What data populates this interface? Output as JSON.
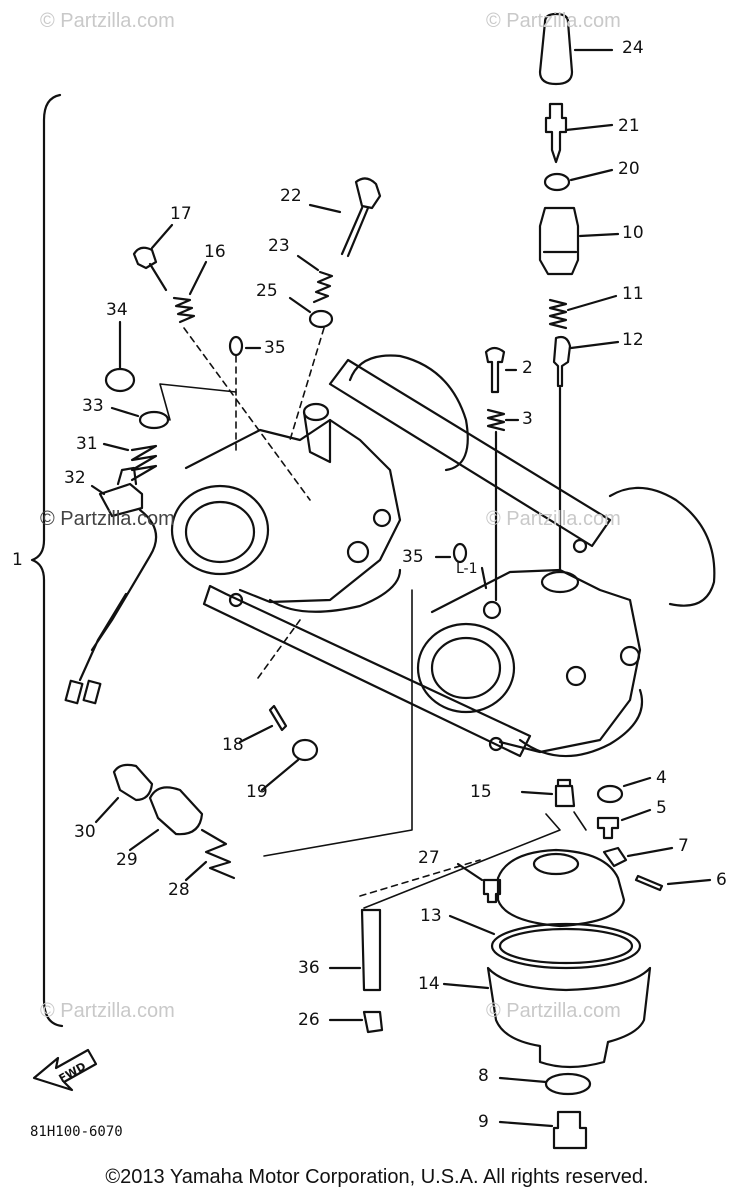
{
  "watermarks": [
    "© Partzilla.com",
    "© Partzilla.com",
    "© Partzilla.com",
    "© Partzilla.com",
    "© Partzilla.com",
    "© Partzilla.com"
  ],
  "callouts": [
    {
      "id": "24",
      "text": "24"
    },
    {
      "id": "21",
      "text": "21"
    },
    {
      "id": "20",
      "text": "20"
    },
    {
      "id": "10",
      "text": "10"
    },
    {
      "id": "11",
      "text": "11"
    },
    {
      "id": "12",
      "text": "12"
    },
    {
      "id": "22",
      "text": "22"
    },
    {
      "id": "23",
      "text": "23"
    },
    {
      "id": "25",
      "text": "25"
    },
    {
      "id": "17",
      "text": "17"
    },
    {
      "id": "16",
      "text": "16"
    },
    {
      "id": "34",
      "text": "34"
    },
    {
      "id": "35a",
      "text": "35"
    },
    {
      "id": "33",
      "text": "33"
    },
    {
      "id": "31",
      "text": "31"
    },
    {
      "id": "32",
      "text": "32"
    },
    {
      "id": "2",
      "text": "2"
    },
    {
      "id": "3",
      "text": "3"
    },
    {
      "id": "1",
      "text": "1"
    },
    {
      "id": "35b",
      "text": "35"
    },
    {
      "id": "L1",
      "text": "L-1"
    },
    {
      "id": "18",
      "text": "18"
    },
    {
      "id": "19",
      "text": "19"
    },
    {
      "id": "30",
      "text": "30"
    },
    {
      "id": "29",
      "text": "29"
    },
    {
      "id": "28",
      "text": "28"
    },
    {
      "id": "15",
      "text": "15"
    },
    {
      "id": "4",
      "text": "4"
    },
    {
      "id": "5",
      "text": "5"
    },
    {
      "id": "7",
      "text": "7"
    },
    {
      "id": "6",
      "text": "6"
    },
    {
      "id": "27",
      "text": "27"
    },
    {
      "id": "13",
      "text": "13"
    },
    {
      "id": "36",
      "text": "36"
    },
    {
      "id": "14",
      "text": "14"
    },
    {
      "id": "26",
      "text": "26"
    },
    {
      "id": "8",
      "text": "8"
    },
    {
      "id": "9",
      "text": "9"
    }
  ],
  "fwd_label": "FWD",
  "diagram_code": "81H100-6070",
  "copyright": "©2013 Yamaha Motor Corporation, U.S.A. All rights reserved."
}
